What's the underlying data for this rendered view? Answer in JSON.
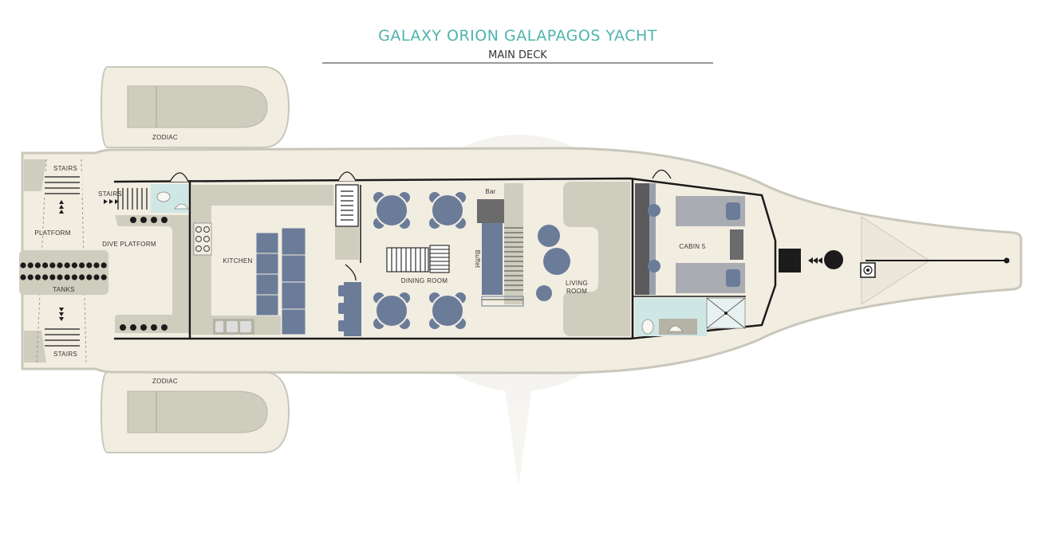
{
  "header": {
    "title": "GALAXY ORION GALAPAGOS YACHT",
    "subtitle": "MAIN DECK"
  },
  "labels": {
    "zodiac_top": "ZODIAC",
    "zodiac_bottom": "ZODIAC",
    "stairs_aft_top": "STAIRS",
    "stairs_aft_bottom": "STAIRS",
    "stairs_inner": "STAIRS",
    "platform": "PLATFORM",
    "dive_platform": "DIVE PLATFORM",
    "tanks": "TANKS",
    "kitchen": "KITCHEN",
    "dining_room": "DINING ROOM",
    "bar": "Bar",
    "buffet": "Buffet",
    "living_room_line1": "LIVING",
    "living_room_line2": "ROOM",
    "cabin_5": "CABIN 5"
  },
  "colors": {
    "hull": "#f2ede1",
    "hull_outline": "#c9c7bb",
    "zodiac_floor": "#cfcdbe",
    "furniture": "#6b7c99",
    "furniture_dark": "#5b6b87",
    "bathroom": "#cfe7e4",
    "wall": "#1b1b1b",
    "title": "#4fb3ad",
    "counter": "#c4c2b3",
    "bed": "#a9acb2"
  }
}
